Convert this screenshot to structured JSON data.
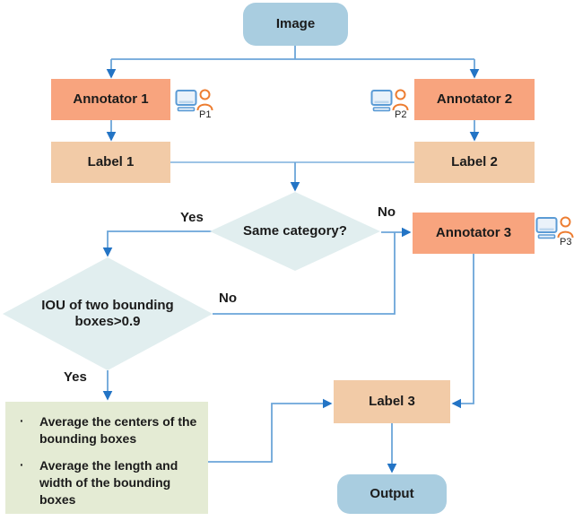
{
  "colors": {
    "terminal_fill": "#A9CDE0",
    "annotator_fill": "#F8A47E",
    "label_fill": "#F2CBA7",
    "decision_fill": "#E1EEEF",
    "process_fill": "#E4EBD4",
    "connector_line": "#6BA5D9",
    "arrowhead": "#2374C5",
    "monitor_icon": "#5B9BD5",
    "person_icon": "#ED7D31"
  },
  "nodes": {
    "image": "Image",
    "annotator1": "Annotator 1",
    "annotator2": "Annotator 2",
    "annotator3": "Annotator 3",
    "label1": "Label 1",
    "label2": "Label 2",
    "label3": "Label 3",
    "output": "Output",
    "same_category": "Same category?",
    "iou": "IOU of two bounding boxes>0.9"
  },
  "process": {
    "bullets": [
      "Average the centers of the bounding boxes",
      "Average the length and width of the bounding boxes"
    ]
  },
  "persons": {
    "p1": "P1",
    "p2": "P2",
    "p3": "P3"
  },
  "edge_labels": {
    "same_yes": "Yes",
    "same_no": "No",
    "iou_yes": "Yes",
    "iou_no": "No"
  }
}
